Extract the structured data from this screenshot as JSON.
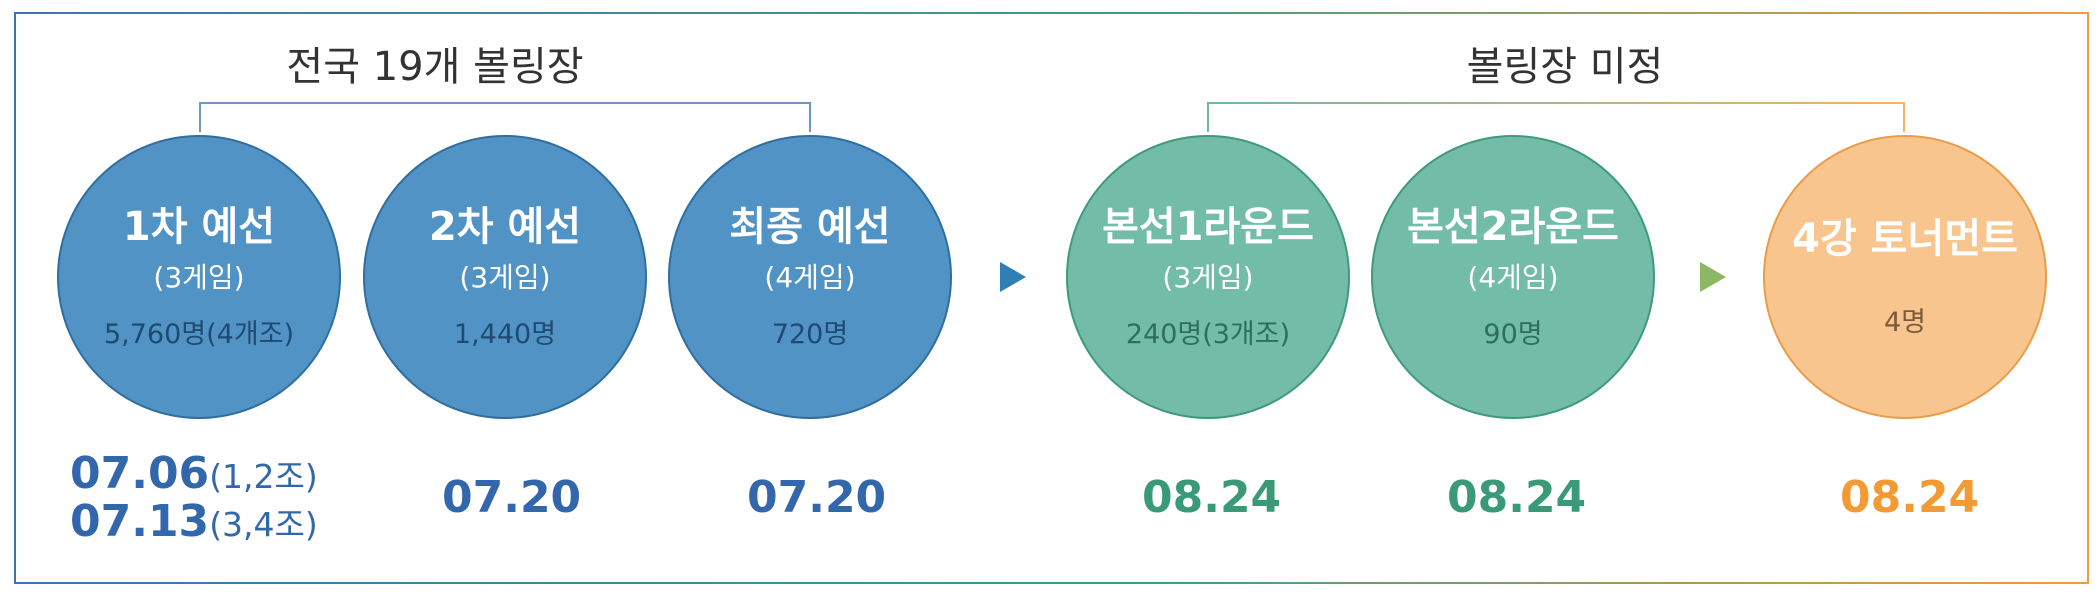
{
  "groups": {
    "left_label": "전국 19개 볼링장",
    "right_label": "볼링장 미정"
  },
  "stages": [
    {
      "title": "1차 예선",
      "games": "(3게임)",
      "count": "5,760명(4개조)"
    },
    {
      "title": "2차 예선",
      "games": "(3게임)",
      "count": "1,440명"
    },
    {
      "title": "최종 예선",
      "games": "(4게임)",
      "count": "720명"
    },
    {
      "title": "본선1라운드",
      "games": "(3게임)",
      "count": "240명(3개조)"
    },
    {
      "title": "본선2라운드",
      "games": "(4게임)",
      "count": "90명"
    },
    {
      "title": "4강 토너먼트",
      "count": "4명"
    }
  ],
  "dates": {
    "d1_main": "07.06",
    "d1_sub": "(1,2조)",
    "d1b_main": "07.13",
    "d1b_sub": "(3,4조)",
    "d2": "07.20",
    "d3": "07.20",
    "d4": "08.24",
    "d5": "08.24",
    "d6": "08.24"
  },
  "colors": {
    "qualifier_blue": "#5193c4",
    "main_green": "#73bda8",
    "final_orange": "#f8c58e"
  }
}
